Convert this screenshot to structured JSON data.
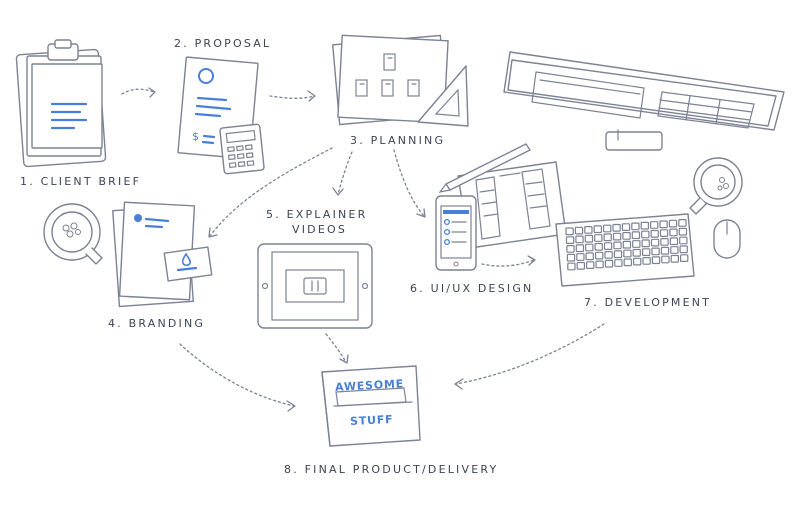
{
  "steps": {
    "s1": "1. CLIENT BRIEF",
    "s2": "2. PROPOSAL",
    "s3": "3. PLANNING",
    "s4": "4. BRANDING",
    "s5a": "5. EXPLAINER",
    "s5b": "VIDEOS",
    "s6": "6. UI/UX DESIGN",
    "s7": "7. DEVELOPMENT",
    "s8": "8. FINAL PRODUCT/DELIVERY"
  },
  "box": {
    "line1": "AWESOME",
    "line2": "STUFF"
  },
  "colors": {
    "accent": "#4a7fd8",
    "line": "#7b8294",
    "text": "#3c4556"
  }
}
